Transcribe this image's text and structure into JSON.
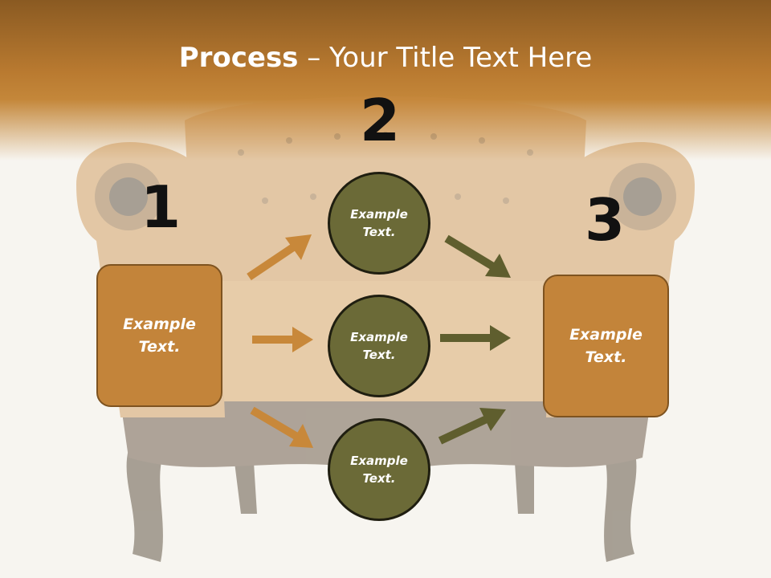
{
  "title": {
    "bold": "Process",
    "rest": " – Your Title Text Here"
  },
  "steps": [
    {
      "number": "1",
      "label": "Example Text."
    },
    {
      "number": "2",
      "label": ""
    },
    {
      "number": "3",
      "label": "Example Text."
    }
  ],
  "circles": [
    {
      "label": "Example Text."
    },
    {
      "label": "Example Text."
    },
    {
      "label": "Example Text."
    }
  ],
  "colors": {
    "box_fill": "#c3843a",
    "box_border": "#7e5320",
    "circle_fill": "#6b6a37",
    "circle_border": "#1f1e10",
    "arrow_orange": "#c8883a",
    "arrow_olive": "#5f5e2e",
    "header": "#b97a30"
  }
}
